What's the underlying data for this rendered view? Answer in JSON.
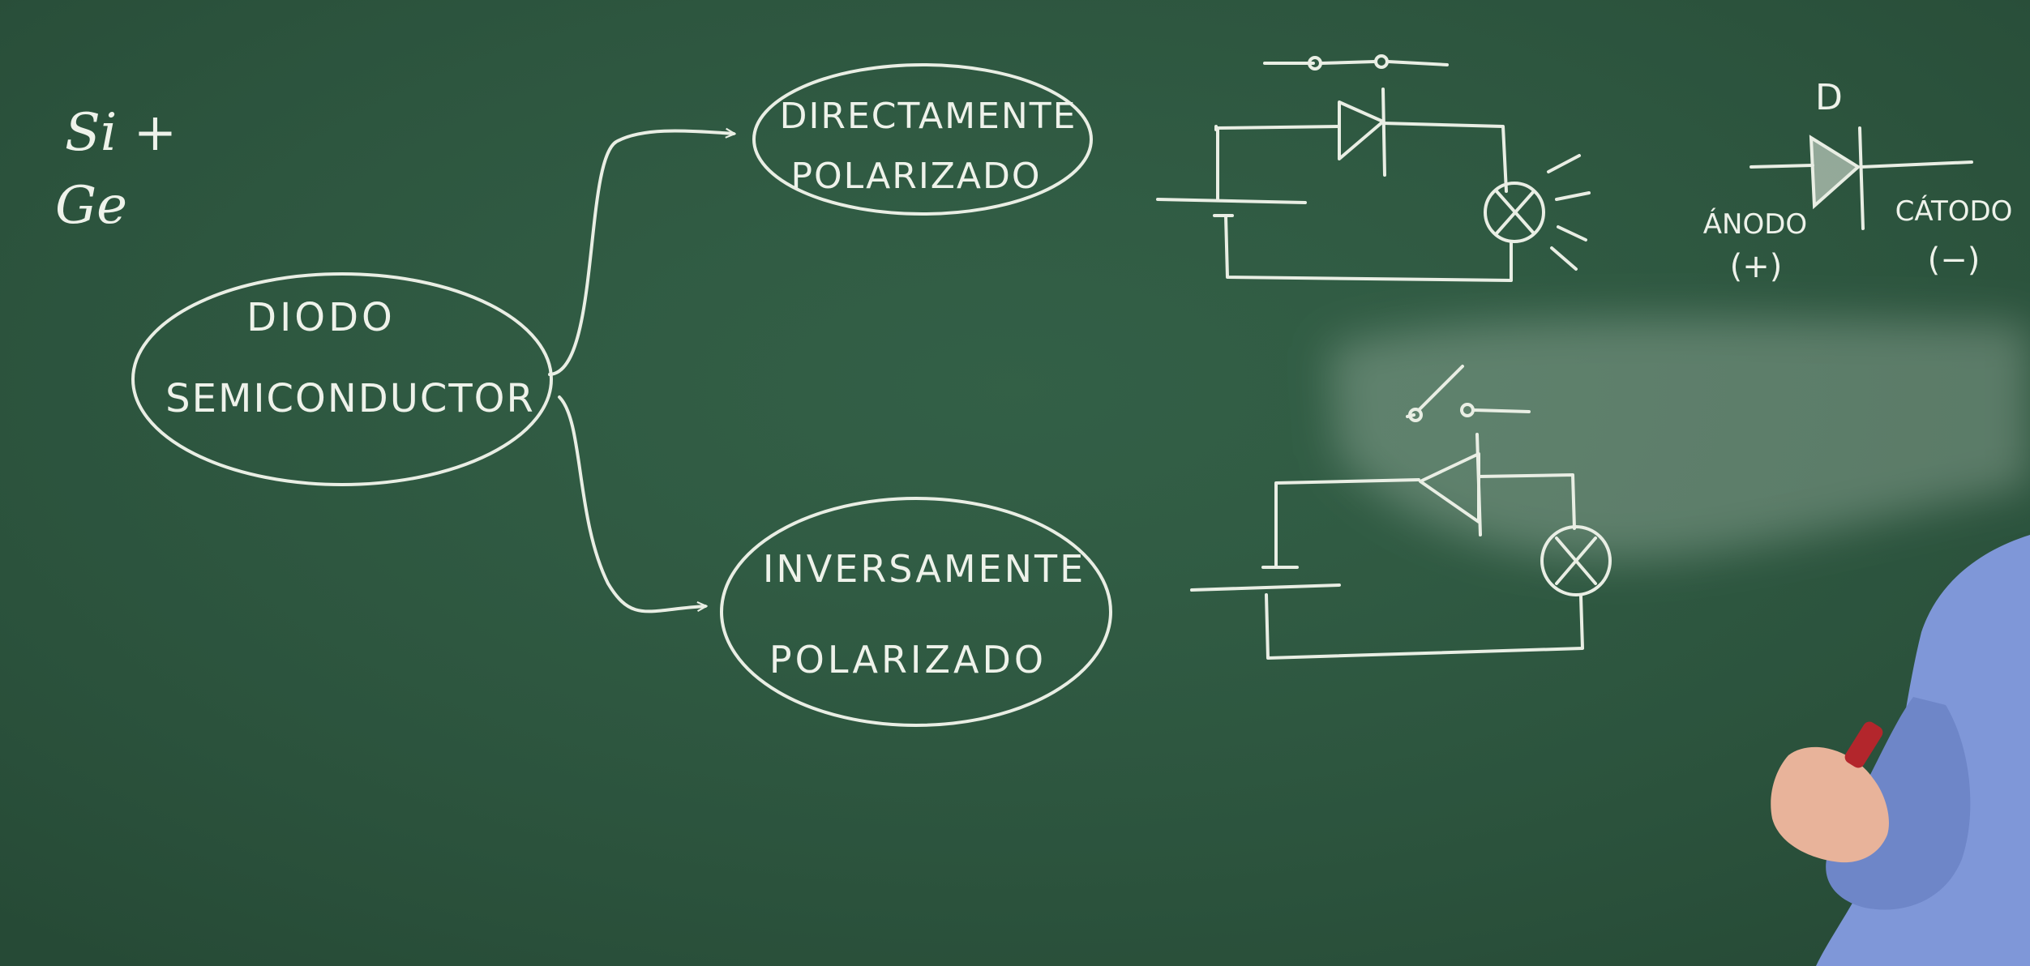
{
  "board": {
    "color": "#2f5a42",
    "chalk_color": "#e9eee4"
  },
  "materials": {
    "line1": "Si +",
    "line2": "Ge"
  },
  "nodes": {
    "main": {
      "line1": "DIODO",
      "line2": "SEMICONDUCTOR"
    },
    "forward": {
      "line1": "DIRECTAMENTE",
      "line2": "POLARIZADO"
    },
    "reverse": {
      "line1": "INVERSAMENTE",
      "line2": "POLARIZADO"
    }
  },
  "diode_symbol": {
    "label": "D",
    "anode": "ÁNODO",
    "anode_sign": "(+)",
    "cathode": "CÁTODO",
    "cathode_sign": "(−)"
  },
  "presenter": {
    "shirt_color": "#7f97d8",
    "marker_color": "#b3262c"
  }
}
